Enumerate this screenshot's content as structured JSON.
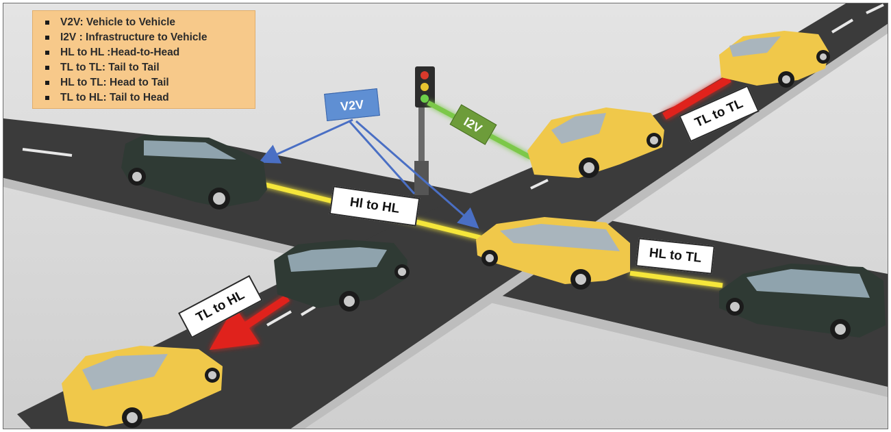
{
  "legend": {
    "items": [
      "V2V: Vehicle to Vehicle",
      "I2V : Infrastructure to Vehicle",
      "HL to HL :Head-to-Head",
      "TL to TL: Tail to Tail",
      "HL to TL: Head to Tail",
      "TL to HL: Tail to Head"
    ]
  },
  "labels": {
    "v2v": "V2V",
    "i2v": "I2V",
    "hl_to_hl": "Hl to HL",
    "tl_to_tl": "TL to TL",
    "hl_to_tl": "HL to TL",
    "tl_to_hl": "TL to HL"
  },
  "colors": {
    "road": "#3d3d3d",
    "ground": "#d9d9d9",
    "taxi": "#f0c84a",
    "dark_car": "#2f3a34",
    "yellow_link": "#f5e63a",
    "red_link": "#e0231b",
    "green_link": "#6fb83a",
    "v2v_arrow": "#4a6fc4"
  }
}
